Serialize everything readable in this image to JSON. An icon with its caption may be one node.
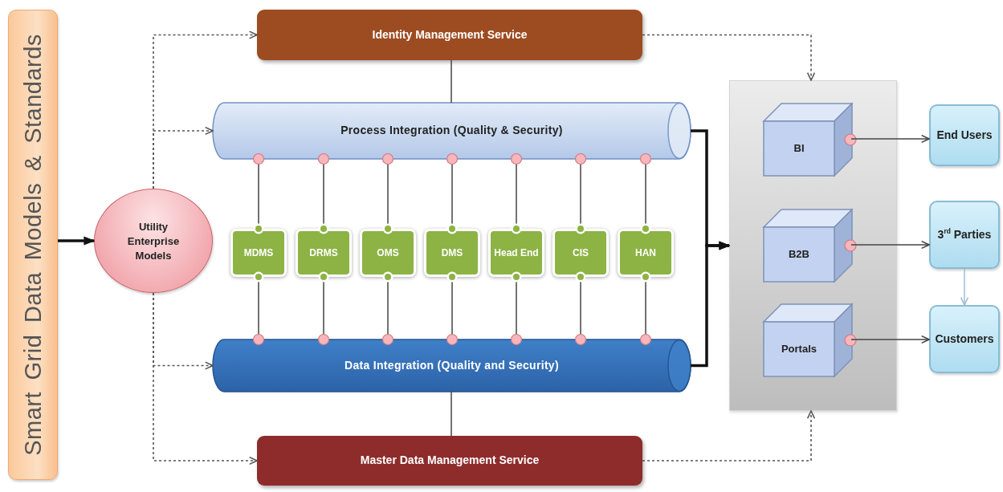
{
  "diagram": {
    "nodes": [
      {
        "text": [
          "Smart Grid Data Models & Standards"
        ]
      },
      {
        "text": [
          "Utility Enterprise Models"
        ]
      },
      {
        "text": [
          "Identity Management Service"
        ]
      },
      {
        "text": [
          "Process Integration (Quality & Security)"
        ]
      },
      {
        "text": [
          "MDMS"
        ]
      },
      {
        "text": [
          "DRMS"
        ]
      },
      {
        "text": [
          "OMS"
        ]
      },
      {
        "text": [
          "DMS"
        ]
      },
      {
        "text": [
          "Head End"
        ]
      },
      {
        "text": [
          "CIS"
        ]
      },
      {
        "text": [
          "HAN"
        ]
      },
      {
        "text": [
          "Data Integration (Quality and Security)"
        ]
      },
      {
        "text": [
          "Master Data Management Service"
        ]
      },
      {
        "text": [],
        "shape": "box"
      },
      {
        "text": [
          "BI"
        ],
        "in": 13
      },
      {
        "text": [
          "B2B"
        ],
        "in": 13
      },
      {
        "text": [
          "Portals"
        ],
        "in": 13
      },
      {
        "text": [
          "End Users"
        ]
      },
      {
        "text": [
          "3$^{rd}$ Parties"
        ]
      },
      {
        "text": [
          "Customers"
        ]
      }
    ],
    "edges": [
      {
        "from": 0,
        "to": 1,
        "arrow": "to",
        "style": "thick"
      },
      {
        "from": 1,
        "to": 2,
        "arrow": "to",
        "style": "dashed"
      },
      {
        "from": 1,
        "to": 3,
        "arrow": "to",
        "style": "dashed"
      },
      {
        "from": 1,
        "to": 11,
        "arrow": "to",
        "style": "dashed"
      },
      {
        "from": 1,
        "to": 12,
        "arrow": "to",
        "style": "dashed"
      },
      {
        "from": 2,
        "to": 3,
        "arrow": "none"
      },
      {
        "from": 3,
        "to": 4,
        "arrow": "other"
      },
      {
        "from": 3,
        "to": 5,
        "arrow": "other"
      },
      {
        "from": 3,
        "to": 6,
        "arrow": "other"
      },
      {
        "from": 3,
        "to": 7,
        "arrow": "other"
      },
      {
        "from": 3,
        "to": 8,
        "arrow": "other"
      },
      {
        "from": 3,
        "to": 9,
        "arrow": "other"
      },
      {
        "from": 3,
        "to": 10,
        "arrow": "other"
      },
      {
        "from": 4,
        "to": 11,
        "arrow": "other"
      },
      {
        "from": 5,
        "to": 11,
        "arrow": "other"
      },
      {
        "from": 6,
        "to": 11,
        "arrow": "other"
      },
      {
        "from": 7,
        "to": 11,
        "arrow": "other"
      },
      {
        "from": 8,
        "to": 11,
        "arrow": "other"
      },
      {
        "from": 9,
        "to": 11,
        "arrow": "other"
      },
      {
        "from": 10,
        "to": 11,
        "arrow": "other"
      },
      {
        "from": 11,
        "to": 12,
        "arrow": "none"
      },
      {
        "from": 3,
        "to": 13,
        "arrow": "to",
        "style": "thick"
      },
      {
        "from": 11,
        "to": 13,
        "arrow": "to",
        "style": "thick"
      },
      {
        "from": 2,
        "to": 13,
        "arrow": "to",
        "style": "dashed"
      },
      {
        "from": 12,
        "to": 13,
        "arrow": "to",
        "style": "dashed"
      },
      {
        "from": 14,
        "to": 17,
        "arrow": "to"
      },
      {
        "from": 15,
        "to": 18,
        "arrow": "to"
      },
      {
        "from": 16,
        "to": 19,
        "arrow": "to"
      },
      {
        "from": 18,
        "to": 19,
        "arrow": "to",
        "color": "#9fbcd4"
      }
    ]
  }
}
